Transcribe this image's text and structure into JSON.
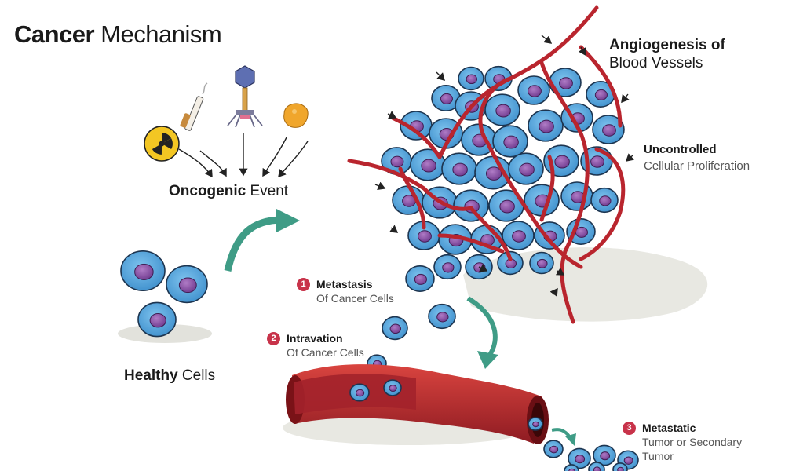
{
  "title": {
    "bold": "Cancer",
    "rest": "Mechanism"
  },
  "labels": {
    "oncogenic": {
      "bold": "Oncogenic",
      "rest": "Event"
    },
    "healthy": {
      "bold": "Healthy",
      "rest": "Cells"
    },
    "angiogenesis": {
      "line1": "Angiogenesis of",
      "line2": "Blood Vessels"
    },
    "uncontrolled": {
      "line1": "Uncontrolled",
      "line2": "Cellular Proliferation"
    }
  },
  "steps": [
    {
      "num": "1",
      "title": "Metastasis",
      "sub": "Of Cancer Cells"
    },
    {
      "num": "2",
      "title": "Intravation",
      "sub": "Of Cancer Cells"
    },
    {
      "num": "3",
      "title": "Metastatic",
      "sub": "Tumor or Secondary",
      "sub2": "Tumor"
    }
  ],
  "icons": [
    "radiation-icon",
    "cigarette-icon",
    "virus-icon",
    "fungus-icon"
  ],
  "colors": {
    "cell": "#4a9fd8",
    "nucleus": "#8e52a8",
    "vessel": "#b9252e",
    "arrow": "#3f9c86",
    "badge": "#c8334a"
  }
}
